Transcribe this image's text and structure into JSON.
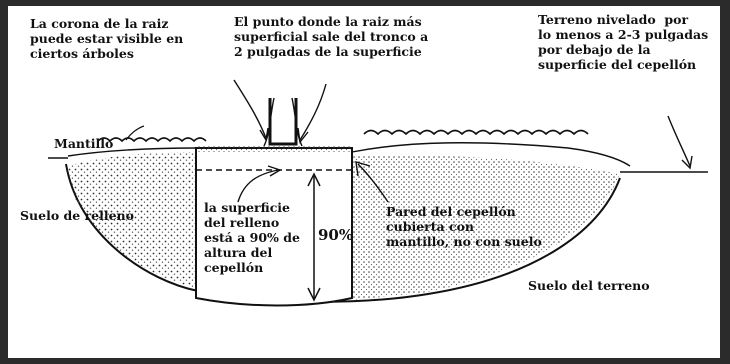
{
  "labels": {
    "root_crown": "La corona de la raiz\npuede estar visible en\nciertos árboles",
    "root_point": "El punto donde la raiz más\nsuperficial sale del tronco a\n2 pulgadas de la superficie",
    "grade_level": "Terreno nivelado  por\nlo menos a 2-3 pulgadas\npor debajo de la\nsuperficie del cepellón",
    "mulch": "Mantillo",
    "backfill": "Suelo de relleno",
    "fill_surface": "la superficie\ndel relleno\nestá a 90% de\naltura del\ncepellón",
    "ninety": "90%",
    "rootball_wall": "Pared del cepellón\ncubierta con\nmantillo, no con suelo",
    "native_soil": "Suelo del terreno"
  },
  "colors": {
    "frame": "#2b2b2b",
    "ink": "#111111"
  }
}
